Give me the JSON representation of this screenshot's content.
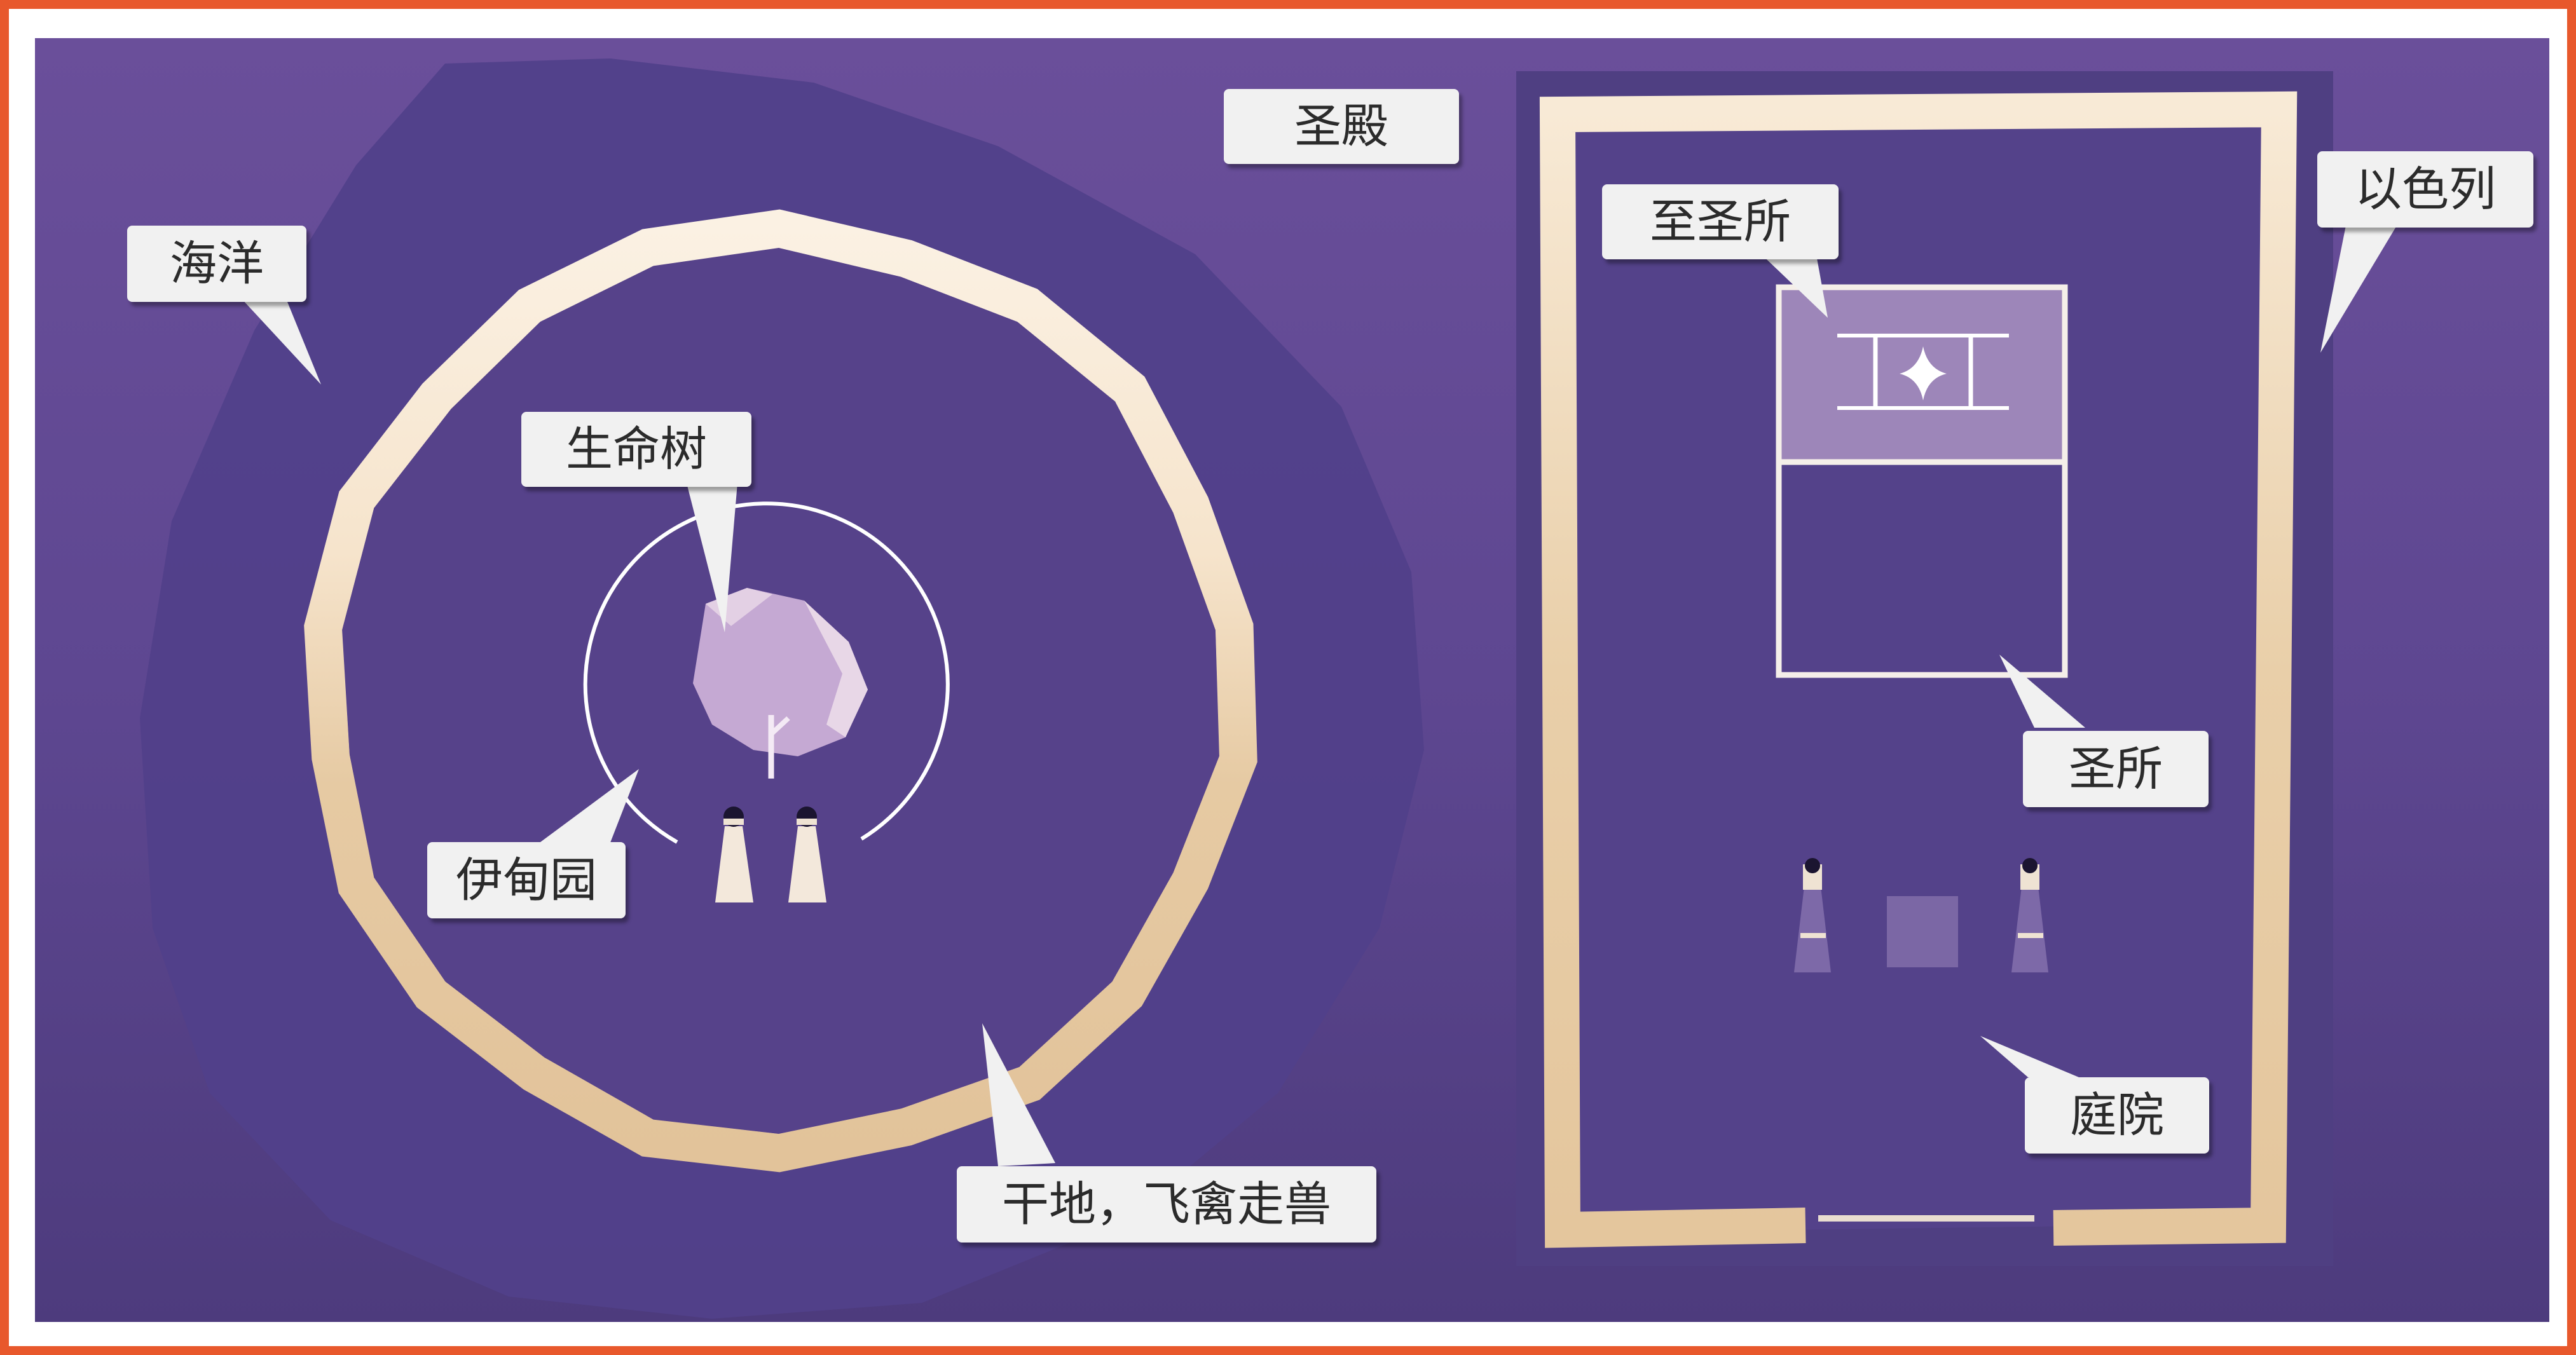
{
  "title": "圣殿",
  "left_diagram": {
    "sea_label": "海洋",
    "tree_label": "生命树",
    "garden_label": "伊甸园",
    "land_label": "干地，飞禽走兽"
  },
  "right_diagram": {
    "israel_label": "以色列",
    "holy_of_holies_label": "至圣所",
    "holy_place_label": "圣所",
    "courtyard_label": "庭院"
  },
  "colors": {
    "frame": "#e8582c",
    "background": "#5d4690",
    "dark_area": "#4f3e80",
    "ring_light": "#fbf1e3",
    "ring_tan": "#e5c9a1",
    "tree": "#c3a7d1",
    "holy_of_holies_fill": "#9d86b9",
    "callout_bg": "#f1f1f1"
  }
}
